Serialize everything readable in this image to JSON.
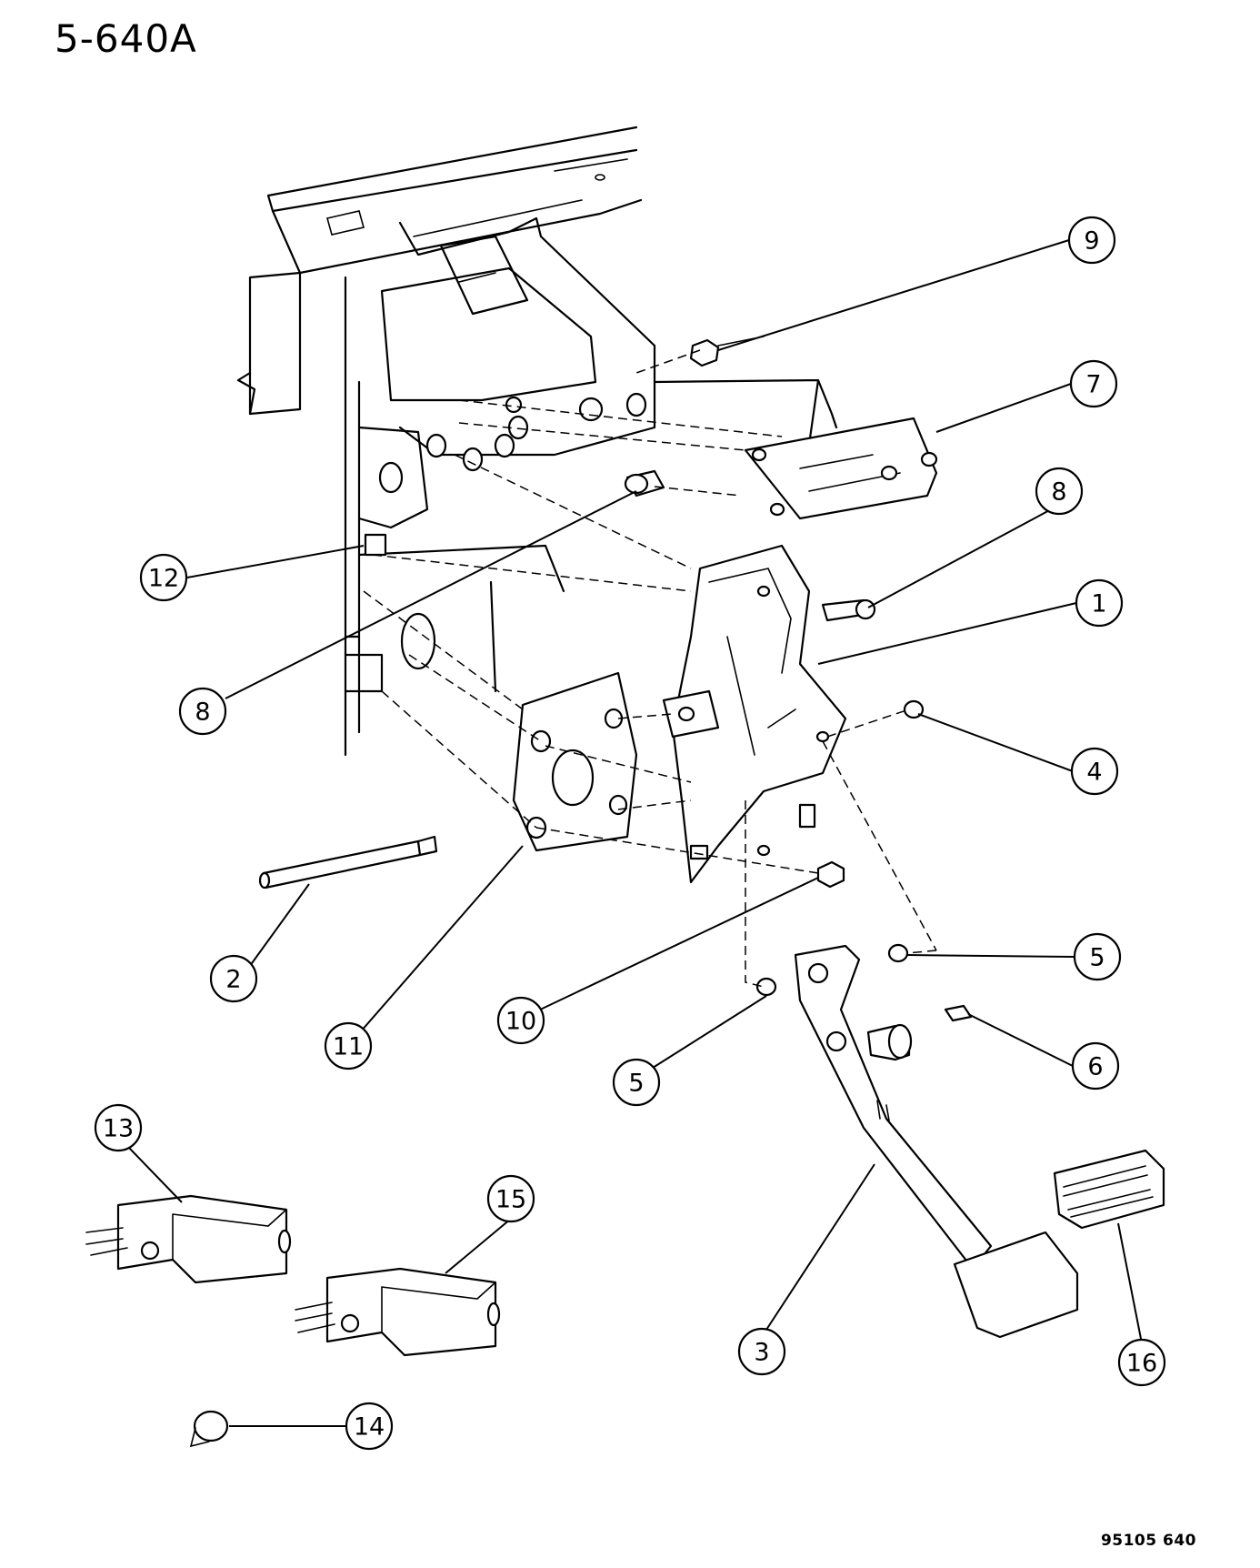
{
  "header": {
    "diagram_code": "5-640A"
  },
  "footer": {
    "figure_ref": "95105 640"
  },
  "callouts": [
    {
      "id": "callout-9",
      "label": "9"
    },
    {
      "id": "callout-7",
      "label": "7"
    },
    {
      "id": "callout-8a",
      "label": "8"
    },
    {
      "id": "callout-1",
      "label": "1"
    },
    {
      "id": "callout-12",
      "label": "12"
    },
    {
      "id": "callout-8b",
      "label": "8"
    },
    {
      "id": "callout-4",
      "label": "4"
    },
    {
      "id": "callout-2",
      "label": "2"
    },
    {
      "id": "callout-11",
      "label": "11"
    },
    {
      "id": "callout-10",
      "label": "10"
    },
    {
      "id": "callout-5a",
      "label": "5"
    },
    {
      "id": "callout-5b",
      "label": "5"
    },
    {
      "id": "callout-6",
      "label": "6"
    },
    {
      "id": "callout-13",
      "label": "13"
    },
    {
      "id": "callout-15",
      "label": "15"
    },
    {
      "id": "callout-3",
      "label": "3"
    },
    {
      "id": "callout-16",
      "label": "16"
    },
    {
      "id": "callout-14",
      "label": "14"
    }
  ]
}
